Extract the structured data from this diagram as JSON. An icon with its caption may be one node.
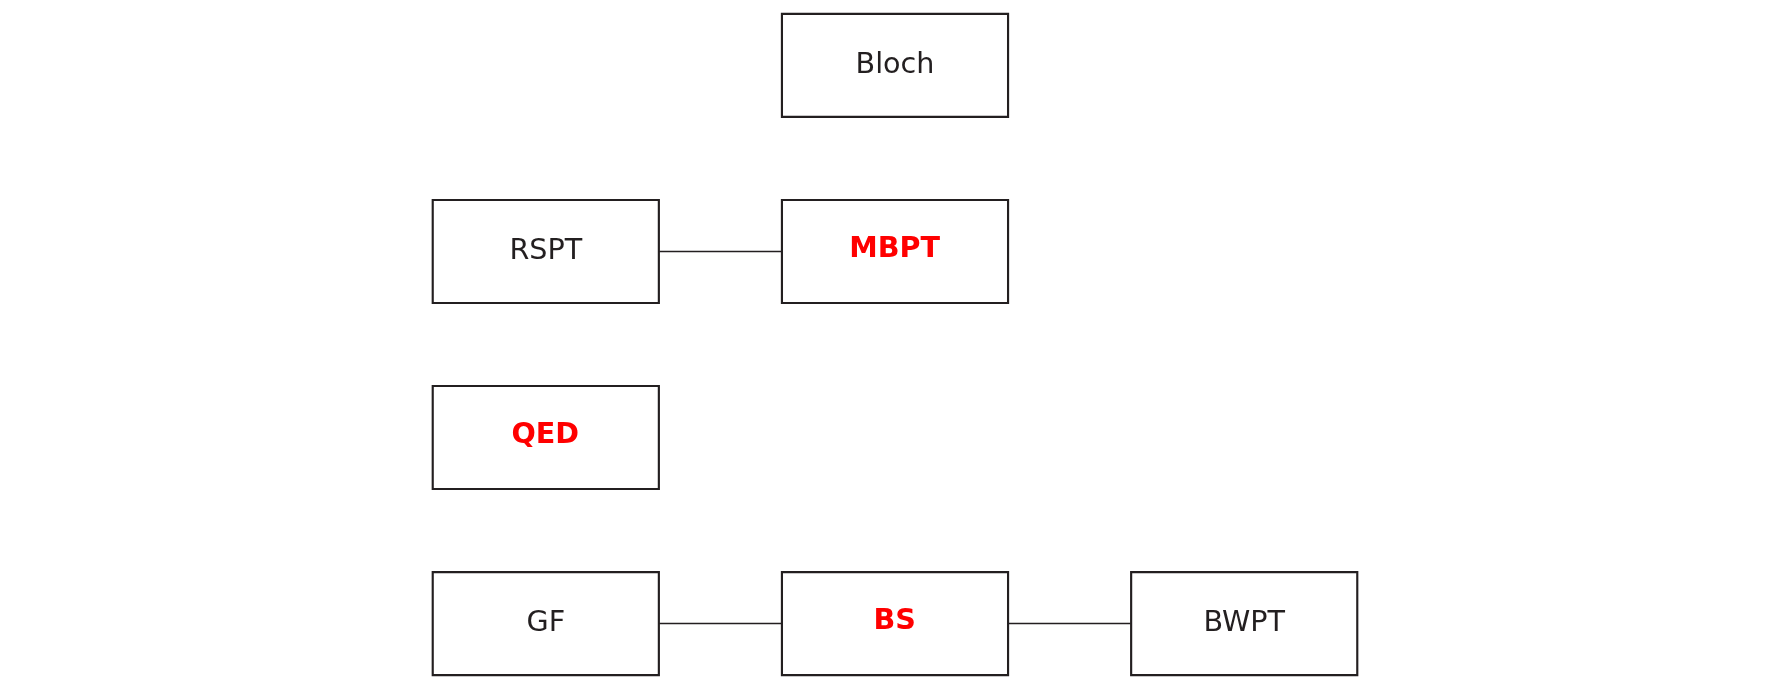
{
  "diagram": {
    "nodes": [
      {
        "text": [
          "GF"
        ]
      },
      {
        "text": [
          "QED"
        ]
      },
      {
        "text": [
          "BS"
        ]
      },
      {
        "text": [
          "BWPT"
        ]
      },
      {
        "text": [
          "RSPT"
        ]
      },
      {
        "text": [
          "MBPT"
        ]
      },
      {
        "text": [
          "Bloch"
        ]
      }
    ],
    "edges": [
      {
        "from": 0,
        "to": 2,
        "arrow": "none"
      },
      {
        "from": 2,
        "to": 3,
        "arrow": "none"
      },
      {
        "from": 4,
        "to": 5,
        "arrow": "none"
      }
    ]
  }
}
